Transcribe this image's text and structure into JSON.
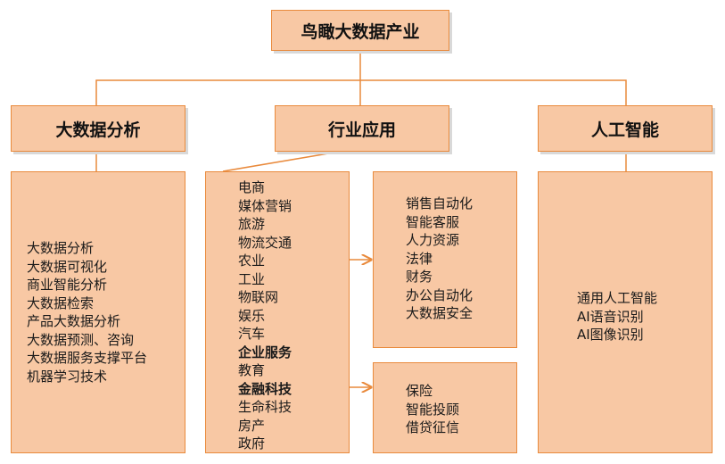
{
  "colors": {
    "box_fill": "#f8c8a4",
    "box_border": "#e98a3c",
    "connector": "#e98a3c"
  },
  "root": {
    "label": "鸟瞰大数据产业"
  },
  "categories": [
    {
      "label": "大数据分析"
    },
    {
      "label": "行业应用"
    },
    {
      "label": "人工智能"
    }
  ],
  "analysis_items": [
    "大数据分析",
    "大数据可视化",
    "商业智能分析",
    "大数据检索",
    "产品大数据分析",
    "大数据预测、咨询",
    "大数据服务支撑平台",
    "机器学习技术"
  ],
  "industry_items": [
    {
      "label": "电商",
      "bold": false
    },
    {
      "label": "媒体营销",
      "bold": false
    },
    {
      "label": "旅游",
      "bold": false
    },
    {
      "label": "物流交通",
      "bold": false
    },
    {
      "label": "农业",
      "bold": false
    },
    {
      "label": "工业",
      "bold": false
    },
    {
      "label": "物联网",
      "bold": false
    },
    {
      "label": "娱乐",
      "bold": false
    },
    {
      "label": "汽车",
      "bold": false
    },
    {
      "label": "企业服务",
      "bold": true
    },
    {
      "label": "教育",
      "bold": false
    },
    {
      "label": "金融科技",
      "bold": true
    },
    {
      "label": "生命科技",
      "bold": false
    },
    {
      "label": "房产",
      "bold": false
    },
    {
      "label": "政府",
      "bold": false
    }
  ],
  "enterprise_items": [
    "销售自动化",
    "智能客服",
    "人力资源",
    "法律",
    "财务",
    "办公自动化",
    "大数据安全"
  ],
  "fintech_items": [
    "保险",
    "智能投顾",
    "借贷征信"
  ],
  "ai_items": [
    "通用人工智能",
    "AI语音识别",
    "AI图像识别"
  ]
}
